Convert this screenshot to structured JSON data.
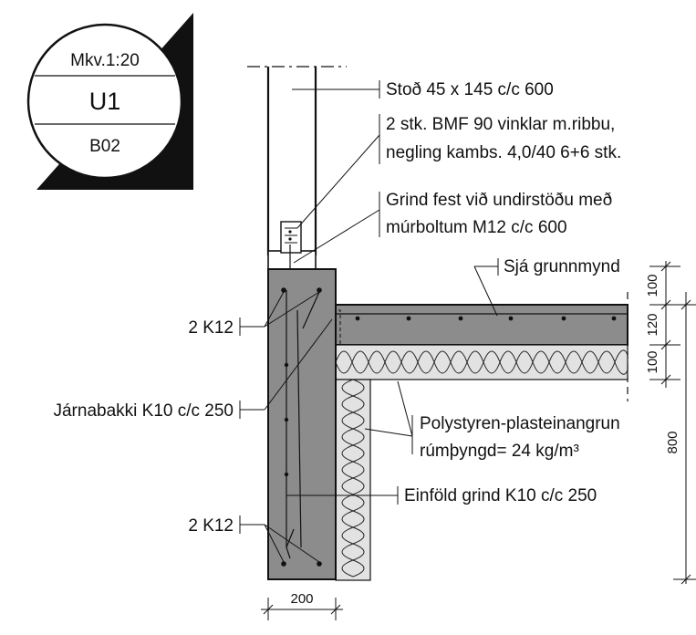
{
  "title_block": {
    "scale": "Mkv.1:20",
    "detail_id": "U1",
    "sheet": "B02"
  },
  "labels": {
    "stud": "Stoð 45 x 145 c/c 600",
    "bracket_line1": "2 stk. BMF 90 vinklar m.ribbu,",
    "bracket_line2": "negling kambs. 4,0/40 6+6 stk.",
    "anchor_line1": "Grind fest við undirstöðu með",
    "anchor_line2": "múrboltum M12 c/c 600",
    "see_plan": "Sjá grunnmynd",
    "rebar_top": "2 K12",
    "stirrups": "Járnabakki K10 c/c 250",
    "insulation_line1": "Polystyren-plasteinangrun",
    "insulation_line2": "rúmþyngd= 24 kg/m³",
    "mesh": "Einföld grind K10 c/c 250",
    "rebar_bottom": "2 K12"
  },
  "dimensions": {
    "slab_top": "100",
    "slab": "120",
    "slab_bottom": "100",
    "footing_height": "800",
    "wall_width": "200"
  },
  "colors": {
    "concrete": "#8c8c8c",
    "insulation": "#e2e2e2",
    "ink": "#111111"
  }
}
